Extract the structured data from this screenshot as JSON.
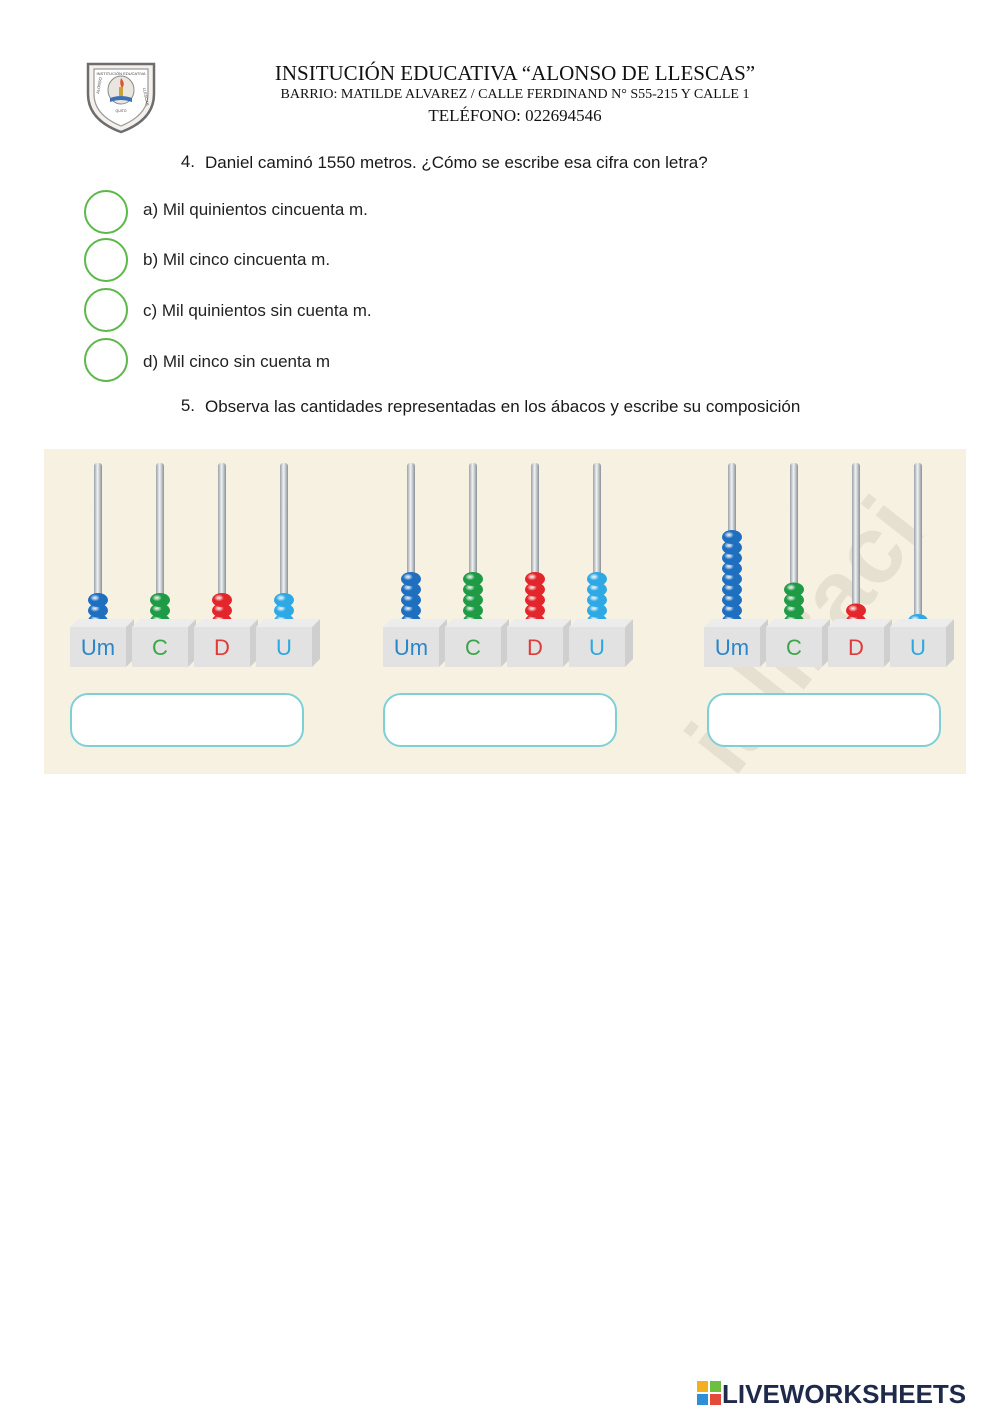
{
  "header": {
    "line1": "INSITUCIÓN EDUCATIVA “ALONSO DE LLESCAS”",
    "line2": "BARRIO: MATILDE ALVAREZ / CALLE FERDINAND N° S55-215 Y CALLE 1",
    "line3": "TELÉFONO: 022694546",
    "logo_text_top": "INSTITUCIÓN EDUCATIVA",
    "logo_text_left": "ALONSO",
    "logo_text_right": "LLESCAS",
    "logo_text_center": "QUITO"
  },
  "question4": {
    "number": "4.",
    "text": "Daniel caminó 1550 metros. ¿Cómo se escribe esa cifra con letra?",
    "options": [
      "a) Mil quinientos cincuenta m.",
      "b) Mil cinco cincuenta m.",
      "c) Mil quinientos sin cuenta m.",
      "d) Mil cinco sin cuenta m"
    ],
    "radio_color": "#5cb84a"
  },
  "question5": {
    "number": "5.",
    "text": "Observa las cantidades representadas en los ábacos y escribe su composición"
  },
  "abacus": {
    "place_labels": [
      "Um",
      "C",
      "D",
      "U"
    ],
    "label_colors": [
      "#2a86c8",
      "#3aa64a",
      "#e03a3a",
      "#2aa8e0"
    ],
    "bead_colors": [
      "#1e6fc0",
      "#1f9a45",
      "#e3262b",
      "#2fa9e6"
    ],
    "items": [
      {
        "beads": [
          3,
          3,
          3,
          3
        ]
      },
      {
        "beads": [
          5,
          5,
          5,
          5
        ]
      },
      {
        "beads": [
          9,
          4,
          2,
          1
        ]
      }
    ],
    "watermark": "ializaci"
  },
  "footer": {
    "brand": "LIVEWORKSHEETS",
    "brand_color": "#1f2a4a"
  }
}
